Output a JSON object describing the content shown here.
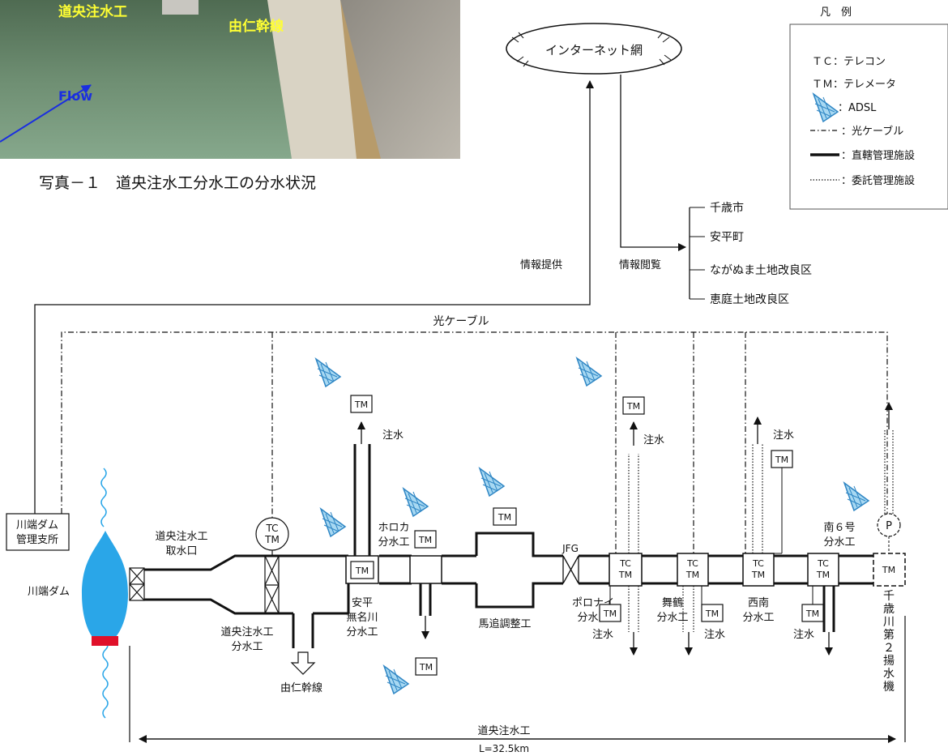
{
  "photo": {
    "label_facility": "道央注水工",
    "label_canal": "由仁幹線",
    "label_flow": "Flow",
    "caption": "写真－１　道央注水工分水工の分水状況"
  },
  "internet": "インターネット網",
  "info_provide": "情報提供",
  "info_view": "情報閲覧",
  "viewers": [
    "千歳市",
    "安平町",
    "ながぬま土地改良区",
    "恵庭土地改良区"
  ],
  "optical_cable_label": "光ケーブル",
  "legend": {
    "title": "凡　例",
    "tc": "ＴＣ：テレコン",
    "tm": "ＴＭ：テレメータ",
    "adsl": "：ADSL",
    "optical": "：光ケーブル",
    "direct": "：直轄管理施設",
    "entrust": "：委託管理施設"
  },
  "office": "川端ダム\n管理支所",
  "dam": "川端ダム",
  "intake": "道央注水工\n取水口",
  "tc": "TC",
  "tm": "TM",
  "p": "P",
  "jfg": "JFG",
  "water": "注水",
  "facilities": {
    "douo_bunsui": "道央注水工\n分水工",
    "yuni": "由仁幹線",
    "abira": "安平\n無名川\n分水工",
    "horoka": "ホロカ\n分水工",
    "umaoi": "馬追調整工",
    "poronai": "ポロナイ\n分水工",
    "maizuru": "舞鶴\n分水工",
    "seinan": "西南\n分水工",
    "minami6": "南６号\n分水工",
    "chitose2": "千歳川第２揚水機"
  },
  "total_name": "道央注水工",
  "total_length": "L=32.5km",
  "colors": {
    "dam": "#2aa6e8",
    "dam_base": "#e0102a",
    "flow_arrow": "#1a2ee0",
    "photo_label": "#ffff33",
    "adsl": "#3f9fd6"
  }
}
